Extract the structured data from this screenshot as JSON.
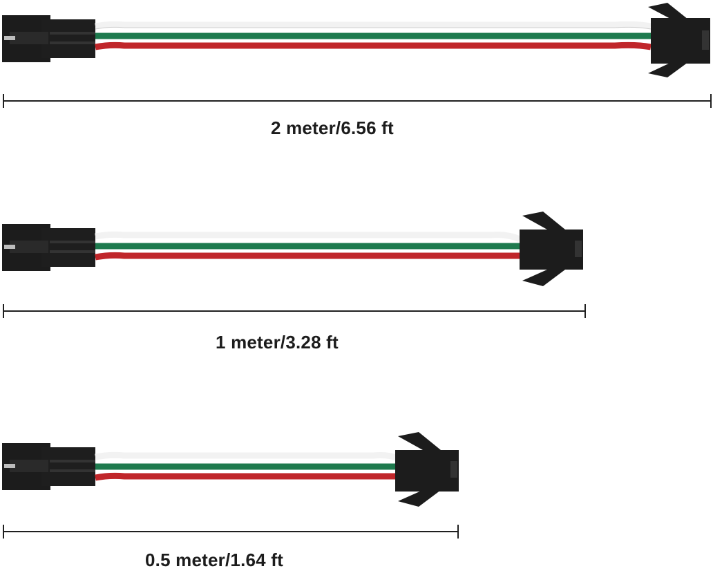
{
  "cables": [
    {
      "length_label": "2 meter/6.56 ft"
    },
    {
      "length_label": "1 meter/3.28 ft"
    },
    {
      "length_label": "0.5 meter/1.64 ft"
    }
  ],
  "colors": {
    "connector": "#1c1c1c",
    "wire_white": "#f2f2f2",
    "wire_green": "#1e7a4e",
    "wire_red": "#c0262a",
    "dimension_line": "#1f1f1f"
  }
}
